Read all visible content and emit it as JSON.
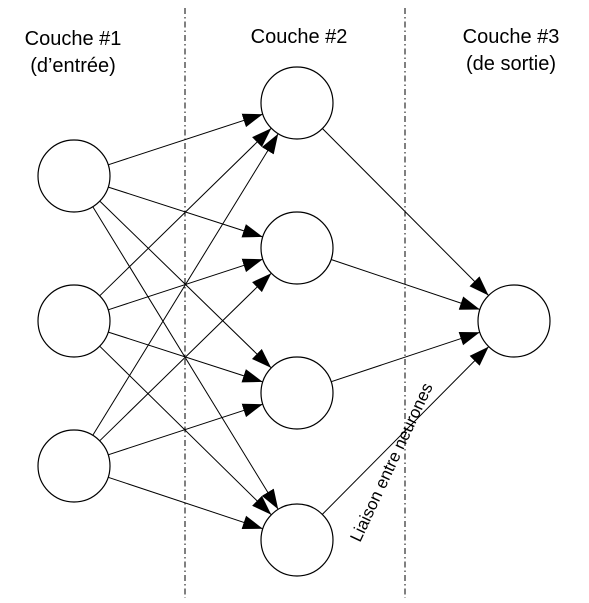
{
  "layers": [
    {
      "title_line1": "Couche #1",
      "title_line2": "(d’entrée)",
      "neuron_count": 3
    },
    {
      "title_line1": "Couche #2",
      "title_line2": "",
      "neuron_count": 4
    },
    {
      "title_line1": "Couche #3",
      "title_line2": "(de sortie)",
      "neuron_count": 1
    }
  ],
  "link_label": "Liaison entre neurones",
  "connectivity": "fully-connected",
  "colors": {
    "stroke": "#000000",
    "neuron_fill": "#ffffff",
    "background": "#ffffff"
  }
}
